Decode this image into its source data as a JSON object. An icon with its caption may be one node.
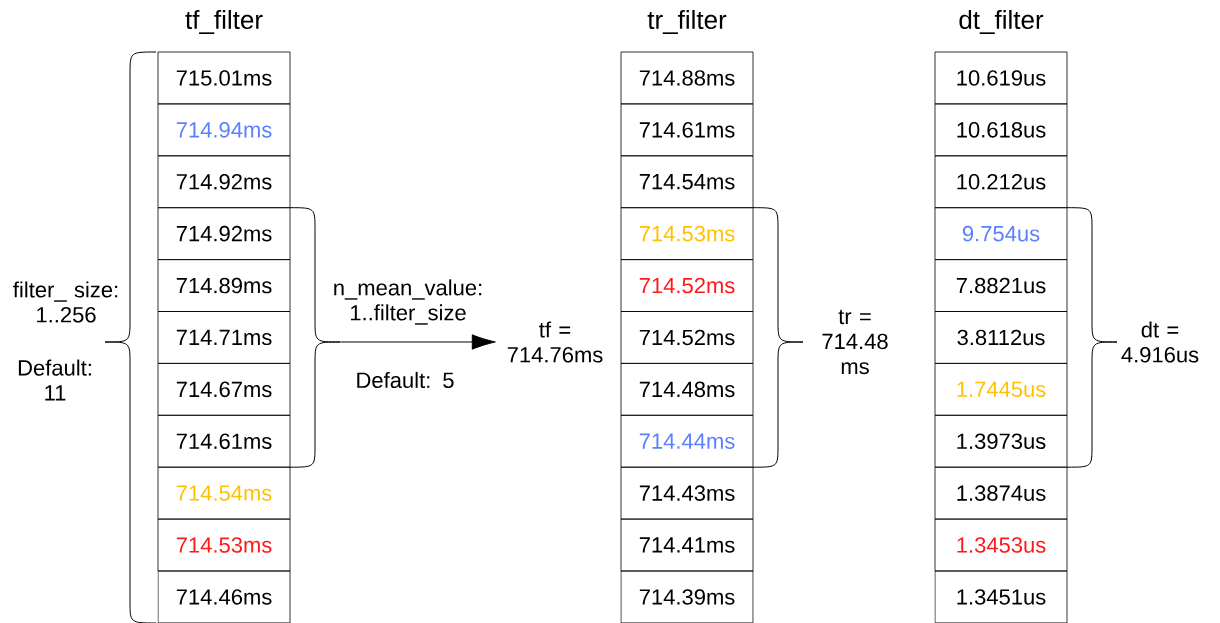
{
  "diagram": {
    "nodes": [
      {
        "text": [
          "715.01ms"
        ]
      },
      {
        "text": [
          "714.94ms"
        ]
      },
      {
        "text": [
          "714.92ms"
        ]
      },
      {
        "text": [
          "714.92ms"
        ]
      },
      {
        "text": [
          "714.89ms"
        ]
      },
      {
        "text": [
          "714.71ms"
        ]
      },
      {
        "text": [
          "714.67ms"
        ]
      },
      {
        "text": [
          "714.61ms"
        ]
      },
      {
        "text": [
          "714.54ms"
        ]
      },
      {
        "text": [
          "714.53ms"
        ]
      },
      {
        "text": [
          "714.46ms"
        ]
      },
      {
        "text": [
          "714.88ms"
        ]
      },
      {
        "text": [
          "714.61ms"
        ]
      },
      {
        "text": [
          "714.54ms"
        ]
      },
      {
        "text": [
          "714.53ms"
        ]
      },
      {
        "text": [
          "714.52ms"
        ]
      },
      {
        "text": [
          "714.52ms"
        ]
      },
      {
        "text": [
          "714.48ms"
        ]
      },
      {
        "text": [
          "714.44ms"
        ]
      },
      {
        "text": [
          "714.43ms"
        ]
      },
      {
        "text": [
          "714.41ms"
        ]
      },
      {
        "text": [
          "714.39ms"
        ]
      },
      {
        "text": [
          "10.619us"
        ]
      },
      {
        "text": [
          "10.618us"
        ]
      },
      {
        "text": [
          "10.212us"
        ]
      },
      {
        "text": [
          "9.754us"
        ]
      },
      {
        "text": [
          "7.8821us"
        ]
      },
      {
        "text": [
          "3.8112us"
        ]
      },
      {
        "text": [
          "1.7445us"
        ]
      },
      {
        "text": [
          "1.3973us"
        ]
      },
      {
        "text": [
          "1.3874us"
        ]
      },
      {
        "text": [
          "1.3453us"
        ]
      },
      {
        "text": [
          "1.3451us"
        ]
      },
      {
        "text": [
          "tf = 714.76ms"
        ]
      },
      {
        "text": [],
        "shape": "brace"
      }
    ],
    "edges": [
      {
        "from": 34,
        "to": 33,
        "arrow": "to"
      }
    ],
    "labels": [
      "tf_filter",
      "tr_filter",
      "dt_filter",
      "filter_ size: 1..256",
      "Default: 11",
      "n_mean_value: 1..filter_size",
      "Default: 5",
      "tr = 714.48 ms",
      "dt = 4.916us"
    ]
  }
}
